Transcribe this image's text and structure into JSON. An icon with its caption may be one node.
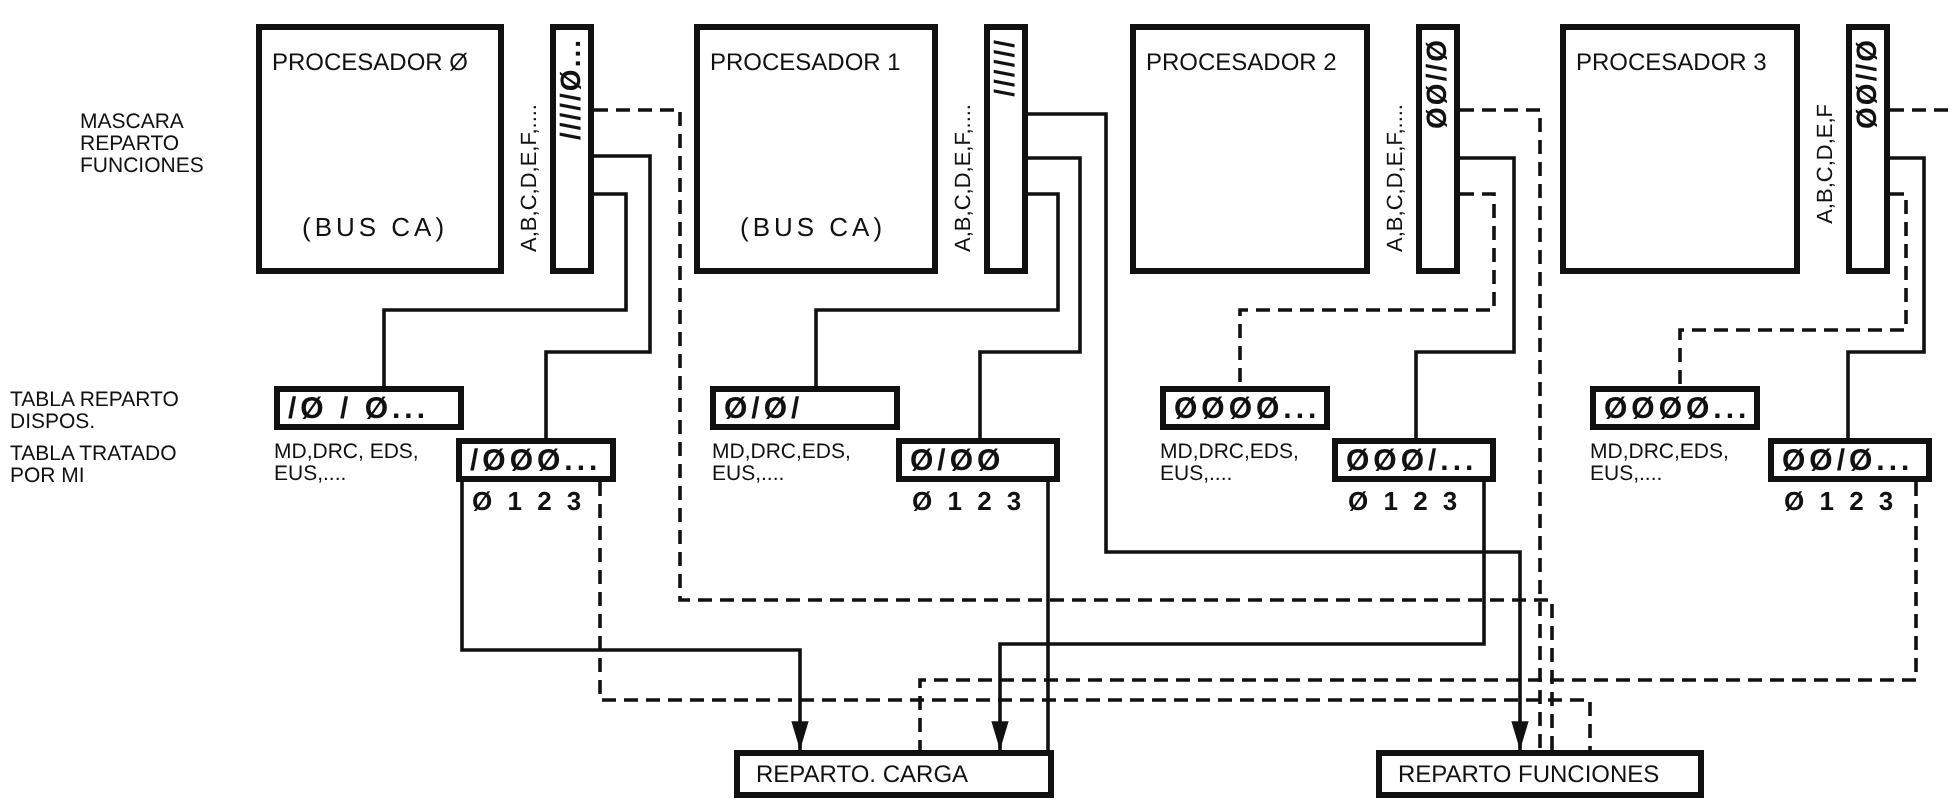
{
  "diagram": {
    "nodes": [
      {
        "text": [
          "PROCESADOR Ø",
          "(BUS CA)"
        ]
      },
      {
        "text": [
          "/////Ø..."
        ],
        "beside": [
          "A,B,C,D,E,F,...."
        ]
      },
      {
        "text": [
          "PROCESADOR 1",
          "(BUS CA)"
        ]
      },
      {
        "text": [
          "//////"
        ],
        "beside": [
          "A,B,C,D,E,F,...."
        ]
      },
      {
        "text": [
          "PROCESADOR 2"
        ]
      },
      {
        "text": [
          "ØØ//Ø"
        ],
        "beside": [
          "A,B,C,D,E,F,...."
        ]
      },
      {
        "text": [
          "PROCESADOR 3"
        ]
      },
      {
        "text": [
          "ØØ//Ø"
        ],
        "beside": [
          "A,B,C,D,E,F"
        ]
      },
      {
        "text": [
          "/Ø / Ø..."
        ]
      },
      {
        "text": [
          "/ØØØ..."
        ],
        "beside": [
          "Ø 1 2 3"
        ]
      },
      {
        "text": [
          "Ø/Ø/"
        ]
      },
      {
        "text": [
          "Ø/ØØ"
        ],
        "beside": [
          "Ø 1 2 3"
        ]
      },
      {
        "text": [
          "ØØØØ..."
        ]
      },
      {
        "text": [
          "ØØØ/..."
        ],
        "beside": [
          "Ø 1 2 3"
        ]
      },
      {
        "text": [
          "ØØØØ..."
        ]
      },
      {
        "text": [
          "ØØ/Ø..."
        ],
        "beside": [
          "Ø 1 2 3"
        ]
      },
      {
        "text": [
          "REPARTO. CARGA"
        ]
      },
      {
        "text": [
          "REPARTO FUNCIONES"
        ]
      }
    ],
    "edges": [
      {
        "from": 1,
        "to": 8,
        "arrow": "none"
      },
      {
        "from": 1,
        "to": 9,
        "arrow": "none"
      },
      {
        "from": 1,
        "to": 17,
        "arrow": "none",
        "style": "dashed"
      },
      {
        "from": 3,
        "to": 10,
        "arrow": "none"
      },
      {
        "from": 3,
        "to": 11,
        "arrow": "none"
      },
      {
        "from": 3,
        "to": 17,
        "arrow": "to"
      },
      {
        "from": 5,
        "to": 17,
        "arrow": "none",
        "style": "dashed"
      },
      {
        "from": 5,
        "to": 13,
        "arrow": "none"
      },
      {
        "from": 5,
        "to": 12,
        "arrow": "none",
        "style": "dashed"
      },
      {
        "from": 7,
        "to": null,
        "arrow": "none",
        "style": "dashed"
      },
      {
        "from": 7,
        "to": 15,
        "arrow": "none"
      },
      {
        "from": 7,
        "to": 14,
        "arrow": "none",
        "style": "dashed"
      },
      {
        "from": 9,
        "to": 16,
        "arrow": "to"
      },
      {
        "from": 9,
        "to": 17,
        "arrow": "none",
        "style": "dashed"
      },
      {
        "from": 11,
        "to": 16,
        "arrow": "none"
      },
      {
        "from": 13,
        "to": 16,
        "arrow": "to"
      },
      {
        "from": 15,
        "to": 16,
        "arrow": "none",
        "style": "dashed"
      }
    ],
    "labels": [
      "MASCARA REPARTO FUNCIONES",
      "TABLA REPARTO DISPOS.",
      "TABLA TRATADO POR MI",
      "MD,DRC, EDS, EUS,....",
      "MD,DRC,EDS, EUS,....",
      "MD,DRC,EDS, EUS,....",
      "MD,DRC,EDS, EUS,...."
    ]
  }
}
